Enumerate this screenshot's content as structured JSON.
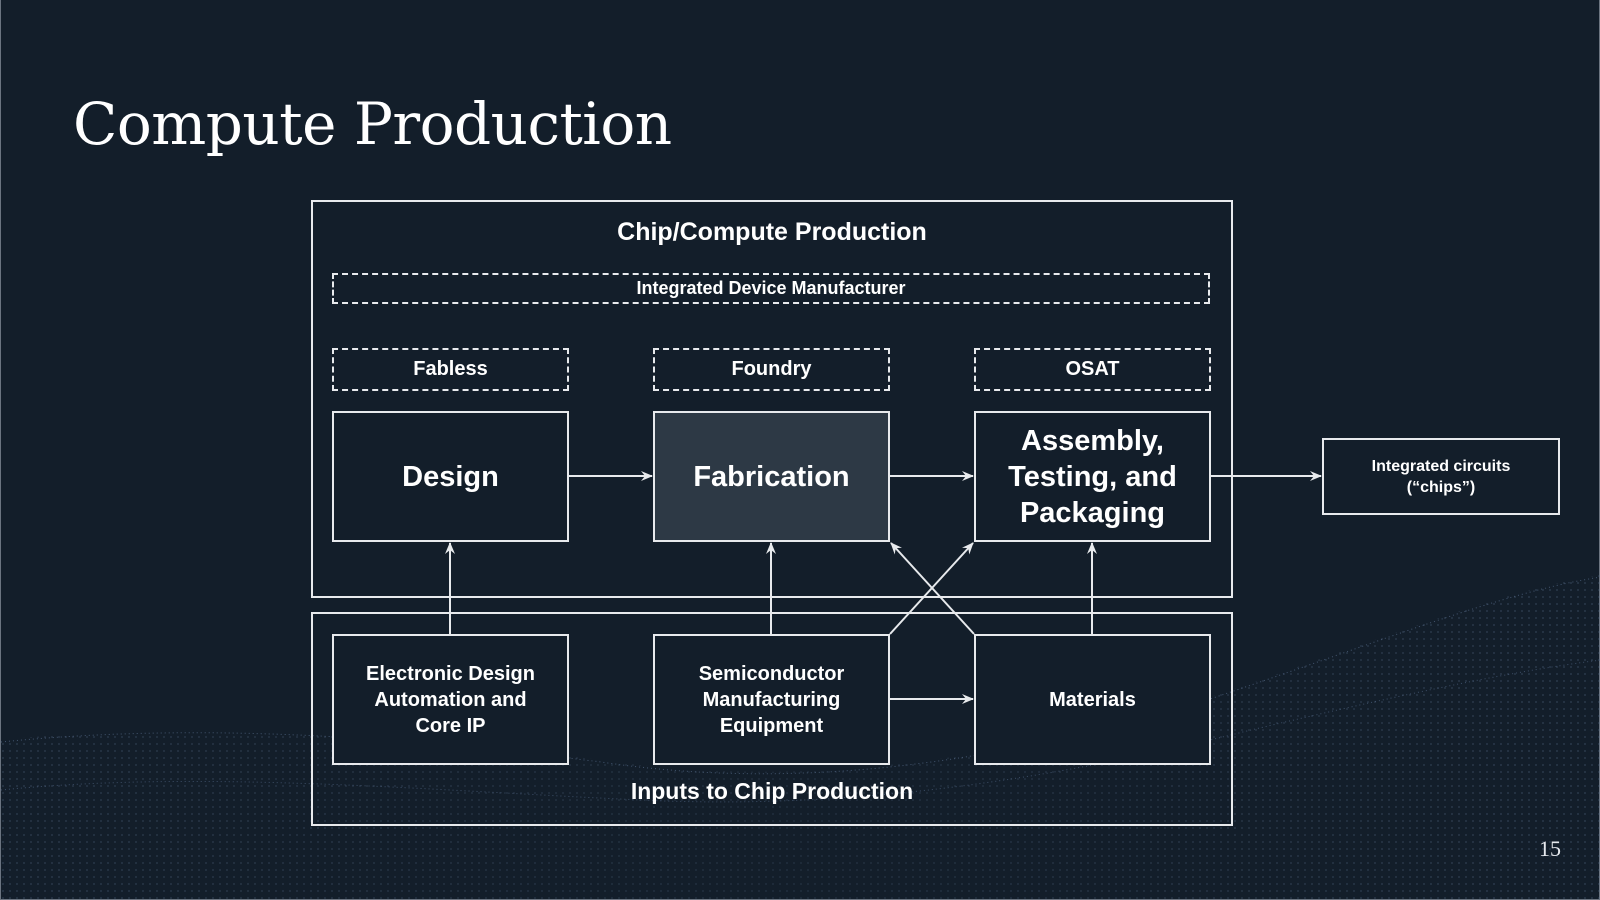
{
  "slide": {
    "title": "Compute Production",
    "page_number": "15"
  },
  "diagram": {
    "production_container": {
      "label": "Chip/Compute Production"
    },
    "inputs_container": {
      "label": "Inputs to Chip Production"
    },
    "business_models": {
      "idm": "Integrated Device Manufacturer",
      "fabless": "Fabless",
      "foundry": "Foundry",
      "osat": "OSAT"
    },
    "stages": {
      "design": "Design",
      "fabrication": "Fabrication",
      "atp": "Assembly,\nTesting, and\nPackaging"
    },
    "inputs": {
      "eda": "Electronic Design\nAutomation and\nCore IP",
      "sme": "Semiconductor\nManufacturing\nEquipment",
      "materials": "Materials"
    },
    "output": {
      "label": "Integrated circuits\n(“chips”)"
    },
    "edges": [
      {
        "from": "Design",
        "to": "Fabrication"
      },
      {
        "from": "Fabrication",
        "to": "Assembly, Testing, and Packaging"
      },
      {
        "from": "Assembly, Testing, and Packaging",
        "to": "Integrated circuits (“chips”)"
      },
      {
        "from": "Electronic Design Automation and Core IP",
        "to": "Design"
      },
      {
        "from": "Semiconductor Manufacturing Equipment",
        "to": "Fabrication"
      },
      {
        "from": "Semiconductor Manufacturing Equipment",
        "to": "Assembly, Testing, and Packaging"
      },
      {
        "from": "Semiconductor Manufacturing Equipment",
        "to": "Materials"
      },
      {
        "from": "Materials",
        "to": "Fabrication"
      },
      {
        "from": "Materials",
        "to": "Assembly, Testing, and Packaging"
      }
    ],
    "highlight_color": "#2d3945",
    "line_color": "#e8eaed"
  }
}
